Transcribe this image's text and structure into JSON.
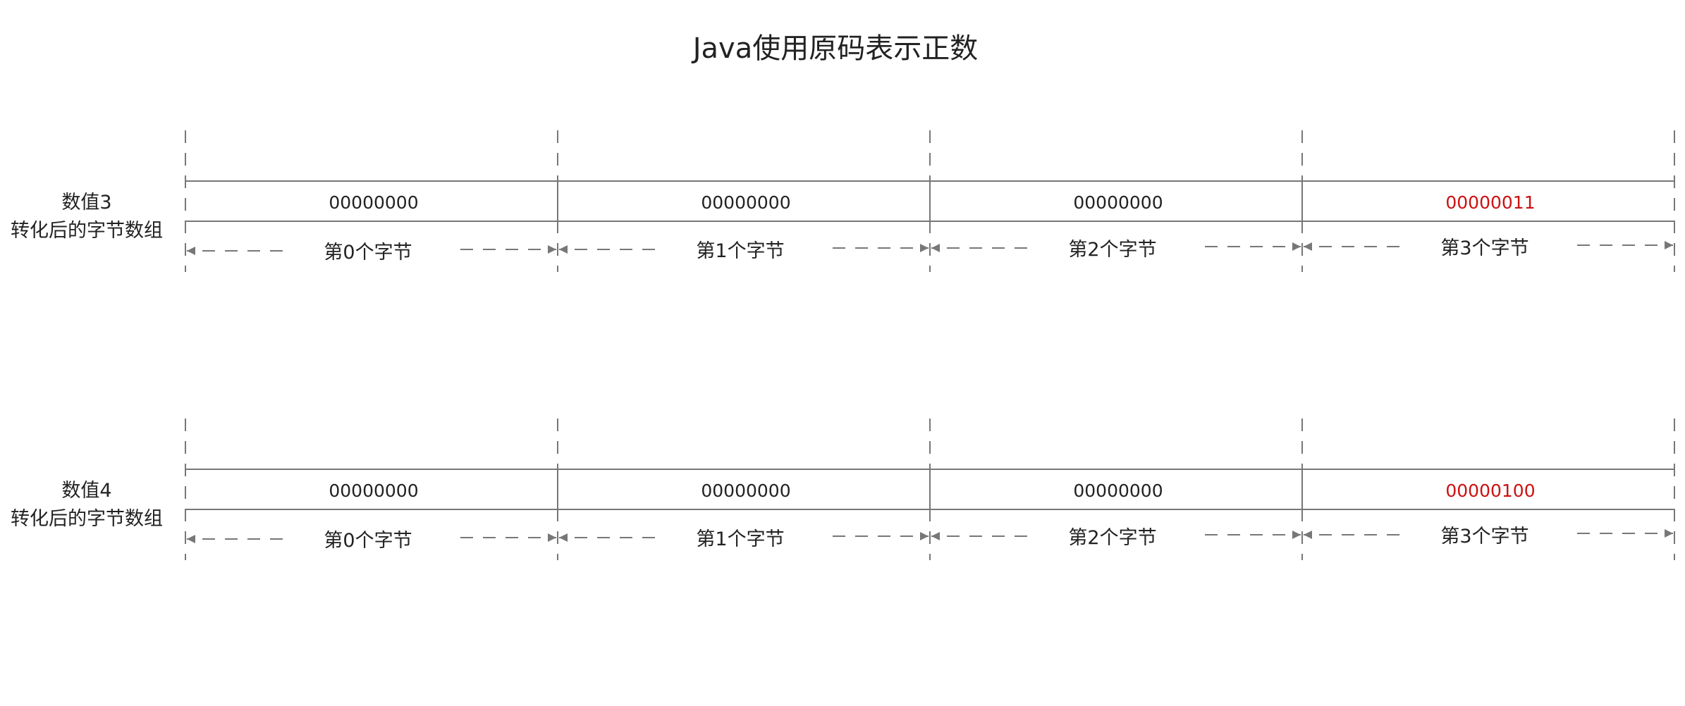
{
  "title": "Java使用原码表示正数",
  "colors": {
    "text": "#222222",
    "line": "#777777",
    "highlight": "#cc1111"
  },
  "rows": [
    {
      "label_line1": "数值3",
      "label_line2": "转化后的字节数组",
      "bytes": [
        {
          "value": "00000000",
          "caption": "第0个字节",
          "highlight": false
        },
        {
          "value": "00000000",
          "caption": "第1个字节",
          "highlight": false
        },
        {
          "value": "00000000",
          "caption": "第2个字节",
          "highlight": false
        },
        {
          "value": "00000011",
          "caption": "第3个字节",
          "highlight": true
        }
      ]
    },
    {
      "label_line1": "数值4",
      "label_line2": "转化后的字节数组",
      "bytes": [
        {
          "value": "00000000",
          "caption": "第0个字节",
          "highlight": false
        },
        {
          "value": "00000000",
          "caption": "第1个字节",
          "highlight": false
        },
        {
          "value": "00000000",
          "caption": "第2个字节",
          "highlight": false
        },
        {
          "value": "00000100",
          "caption": "第3个字节",
          "highlight": true
        }
      ]
    }
  ]
}
